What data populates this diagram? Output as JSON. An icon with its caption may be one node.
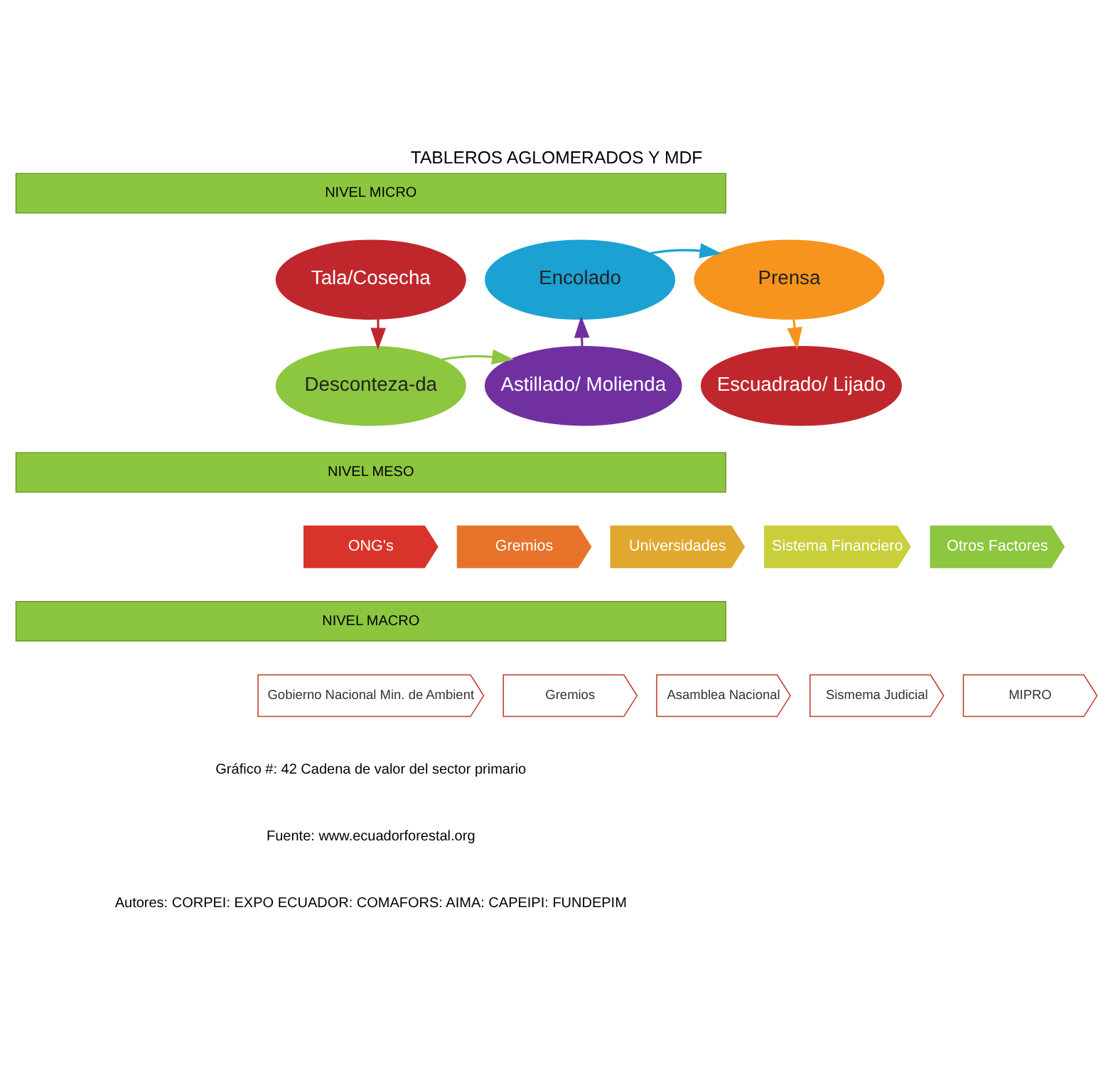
{
  "diagram": {
    "title": "TABLEROS AGLOMERADOS Y MDF",
    "caption": "Gráfico #: 42 Cadena de valor del sector primario",
    "nodes": [
      {
        "text": [
          "NIVEL MICRO"
        ]
      },
      {
        "text": [
          "Tala/Cosecha"
        ]
      },
      {
        "text": [
          "Encolado"
        ]
      },
      {
        "text": [
          "Prensa"
        ]
      },
      {
        "text": [
          "Desconteza-da"
        ]
      },
      {
        "text": [
          "Astillado/ Molienda"
        ]
      },
      {
        "text": [
          "Escuadrado/ Lijado"
        ]
      },
      {
        "text": [
          "NIVEL MESO"
        ]
      },
      {
        "text": [
          "ONG's"
        ]
      },
      {
        "text": [
          "Gremios"
        ]
      },
      {
        "text": [
          "Universidades"
        ]
      },
      {
        "text": [
          "Sistema Financiero"
        ]
      },
      {
        "text": [
          "Otros Factores"
        ]
      },
      {
        "text": [
          "NIVEL MACRO"
        ]
      },
      {
        "text": [
          "Gobierno Nacional Min. de Ambient"
        ]
      },
      {
        "text": [
          "Gremios"
        ]
      },
      {
        "text": [
          "Asamblea Nacional"
        ]
      },
      {
        "text": [
          "Sismema Judicial"
        ]
      },
      {
        "text": [
          "MIPRO"
        ]
      }
    ],
    "edges": [
      {
        "from": 1,
        "to": 4,
        "arrow": "to",
        "color": "#c0272d"
      },
      {
        "from": 4,
        "to": 5,
        "arrow": "to",
        "color": "#8dc63f"
      },
      {
        "from": 5,
        "to": 2,
        "arrow": "to",
        "color": "#7030a0"
      },
      {
        "from": 2,
        "to": 3,
        "arrow": "to",
        "color": "#1ba1d2"
      },
      {
        "from": 3,
        "to": 6,
        "arrow": "to",
        "color": "#f7941d"
      }
    ],
    "labels": [
      "Fuente: www.ecuadorforestal.org",
      "Autores: CORPEI: EXPO ECUADOR: COMAFORS: AIMA: CAPEIPI: FUNDEPIM"
    ]
  }
}
